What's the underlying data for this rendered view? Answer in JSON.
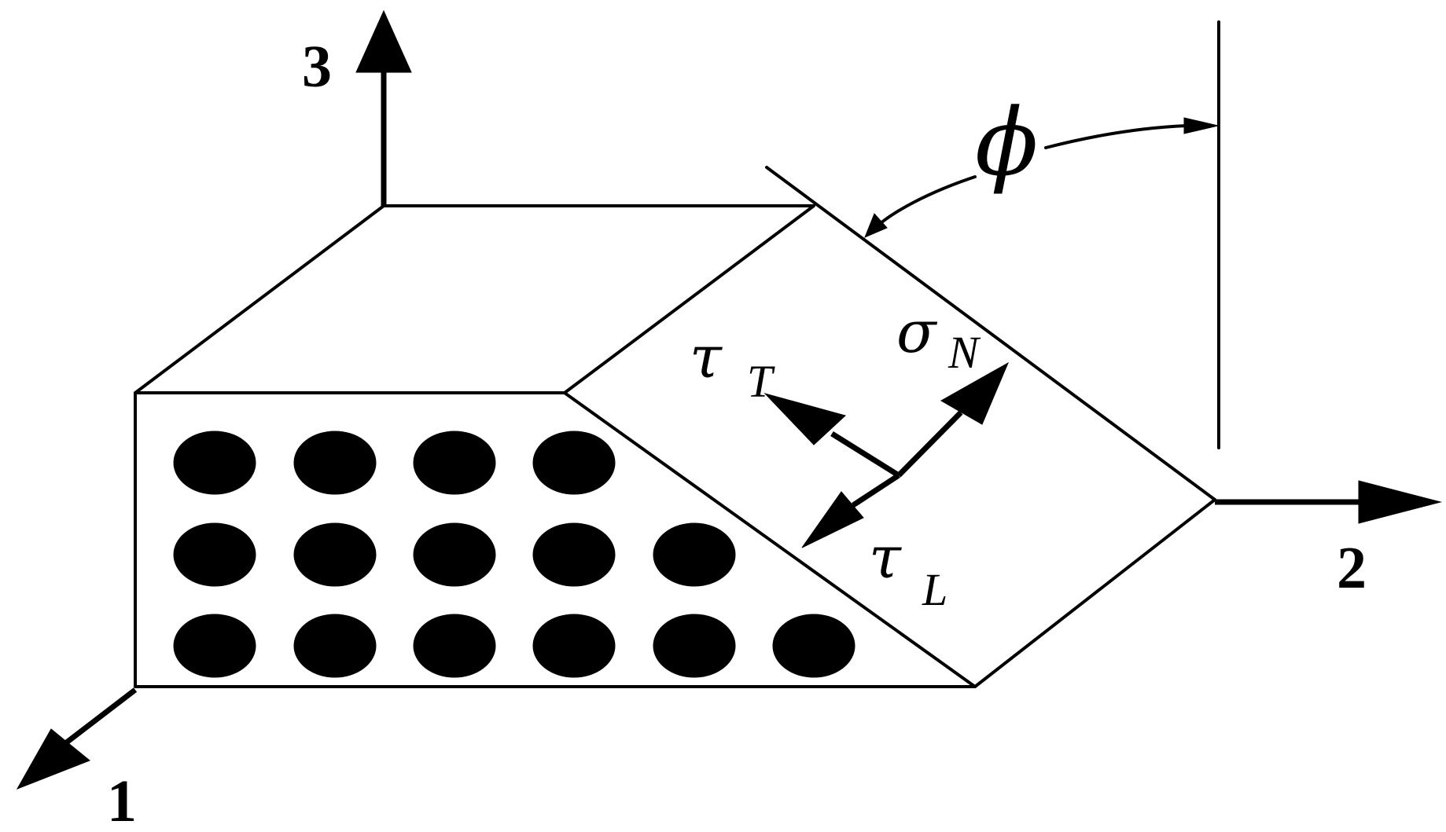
{
  "diagram": {
    "axes": {
      "axis_1": "1",
      "axis_2": "2",
      "axis_3": "3"
    },
    "angle": "ϕ",
    "stresses": {
      "tau_t": {
        "symbol": "τ",
        "subscript": "T"
      },
      "sigma_n": {
        "symbol": "σ",
        "subscript": "N"
      },
      "tau_l": {
        "symbol": "τ",
        "subscript": "L"
      }
    },
    "fiber_rows": [
      4,
      5,
      6
    ],
    "colors": {
      "ink": "#000000",
      "background": "#ffffff"
    }
  }
}
